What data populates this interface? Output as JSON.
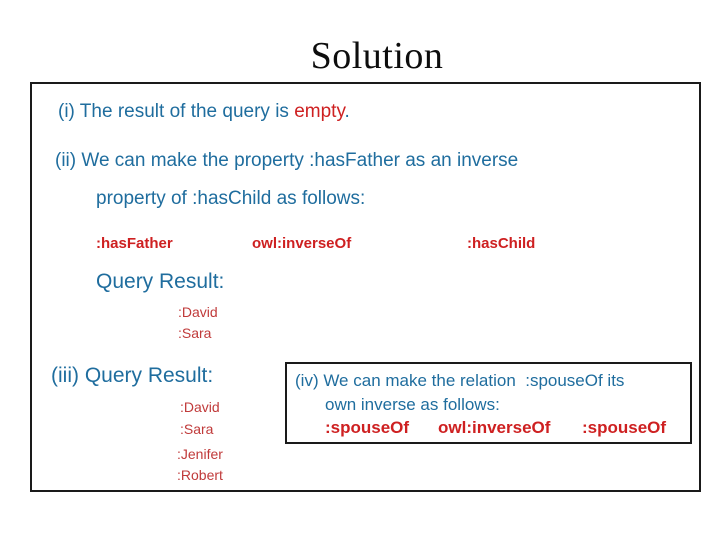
{
  "slide": {
    "title": "Solution",
    "colors": {
      "blue": "#1f6d9e",
      "red": "#ce2021",
      "list_red": "#c03a3a",
      "border": "#1a1a1a"
    },
    "item_i": {
      "prefix": "(i) The result of the query is ",
      "highlight": "empty",
      "suffix": "."
    },
    "item_ii": {
      "line1": "(ii) We can make the property :hasFather as an inverse",
      "line2": "property of :hasChild as follows:"
    },
    "triple_ii": {
      "subject": ":hasFather",
      "predicate": "owl:inverseOf",
      "object": ":hasChild"
    },
    "query_result_ii": {
      "label": "Query Result:",
      "items": [
        ":David",
        ":Sara"
      ]
    },
    "query_result_iii": {
      "label": "(iii) Query Result:",
      "items": [
        ":David",
        ":Sara",
        ":Jenifer",
        ":Robert"
      ]
    },
    "item_iv": {
      "line1": "(iv) We can make the relation  :spouseOf its",
      "line2": "own inverse as follows:",
      "triple": {
        "subject": ":spouseOf",
        "predicate": "owl:inverseOf",
        "object": ":spouseOf"
      }
    }
  }
}
